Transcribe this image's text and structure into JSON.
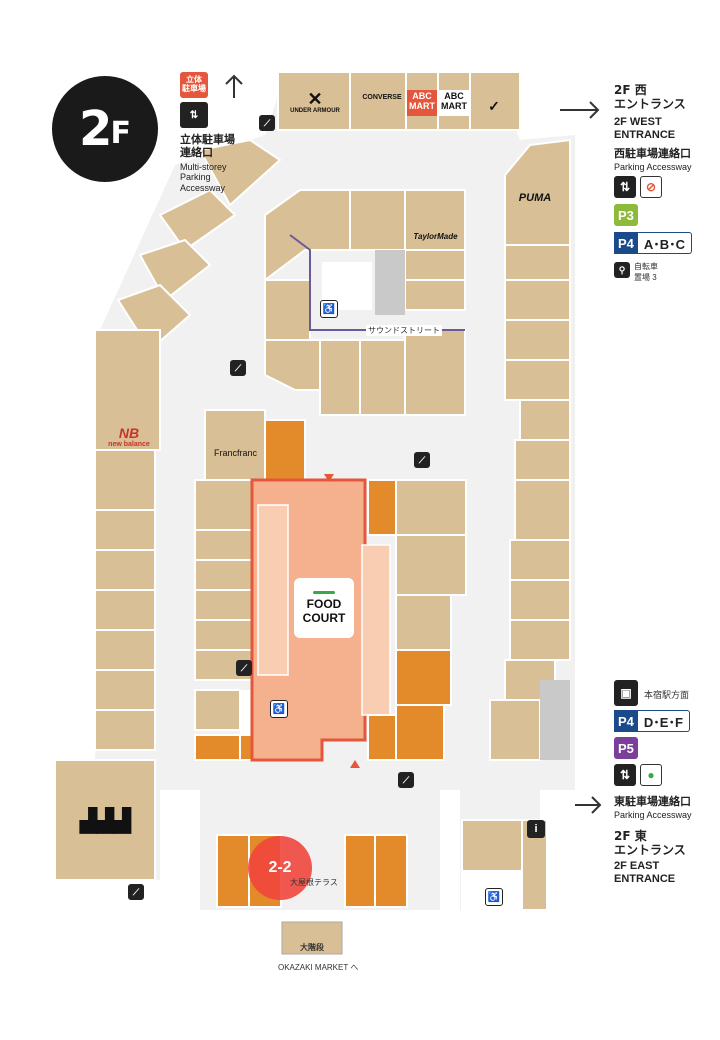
{
  "floor": {
    "number": "2",
    "suffix": "F"
  },
  "parking_nw": {
    "badge": "立体\n駐車場",
    "jp": "立体駐車場\n連絡口",
    "en": "Multi-storey\nParking\nAccessway"
  },
  "west_entrance": {
    "jp": "2F 西\nエントランス",
    "en": "2F WEST\nENTRANCE"
  },
  "west_parking": {
    "jp": "西駐車場連絡口",
    "en": "Parking Accessway"
  },
  "parking_tags_west": [
    {
      "label": "P3",
      "color": "#8dba3a",
      "value": ""
    },
    {
      "label": "P4",
      "color": "#1b4a8a",
      "value": "A･B･C"
    }
  ],
  "bike_parking": "自転車\n置場 3",
  "station_direction": "本宿駅方面",
  "parking_tags_east": [
    {
      "label": "P4",
      "color": "#1b4a8a",
      "value": "D･E･F"
    },
    {
      "label": "P5",
      "color": "#7b3e9a",
      "value": ""
    }
  ],
  "east_parking": {
    "jp": "東駐車場連絡口",
    "en": "Parking Accessway"
  },
  "east_entrance": {
    "jp": "2F 東\nエントランス",
    "en": "2F EAST\nENTRANCE"
  },
  "brands": {
    "under_armour": "UNDER ARMOUR",
    "converse": "CONVERSE",
    "abc_mart": "ABC\nMART",
    "abc_mart_sports": "ABC\nMART",
    "nike": "NIKE",
    "puma": "PUMA",
    "taylormade": "TaylorMade",
    "new_balance": "new balance",
    "francfranc": "Francfranc",
    "adidas": "adidas"
  },
  "food_court": "FOOD\nCOURT",
  "sound_street": "サウンドストリート",
  "zone_marker": "2-2",
  "terrace": "大屋根テラス",
  "grand_stairs": "大階段",
  "okazaki_market": "OKAZAKI MARKET へ",
  "colors": {
    "shop": "#d9bf95",
    "shop_stroke": "#ffffff",
    "corridor": "#f1f1f1",
    "food": "#e38a2b",
    "food_court_fill": "#f5b08e",
    "accent_red": "#e4573d",
    "service": "#c9c9c9"
  }
}
